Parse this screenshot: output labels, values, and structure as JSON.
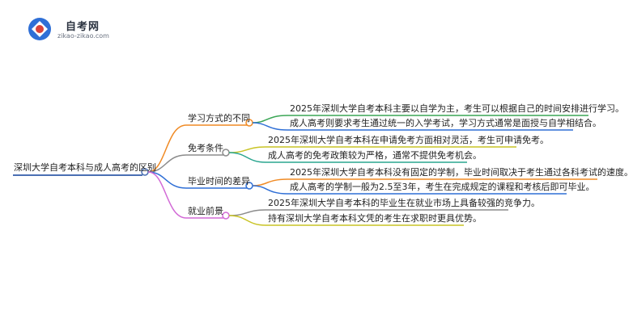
{
  "logo": {
    "title": "自考网",
    "subtitle": "zikao-zikao.com"
  },
  "mindmap": {
    "root": "深圳大学自考本科与成人高考的区别",
    "branches": [
      {
        "label": "学习方式的不同",
        "color": "#f08a24",
        "children": [
          {
            "text": "2025年深圳大学自考本科主要以自学为主，考生可以根据自己的时间安排进行学习。",
            "color": "#3aa655"
          },
          {
            "text": "成人高考则要求考生通过统一的入学考试，学习方式通常是面授与自学相结合。",
            "color": "#2f6fd6"
          }
        ]
      },
      {
        "label": "免考条件",
        "color": "#8b8b8b",
        "children": [
          {
            "text": "2025年深圳大学自考本科在申请免考方面相对灵活，考生可申请免考。",
            "color": "#c9c425"
          },
          {
            "text": "成人高考的免考政策较为严格，通常不提供免考机会。",
            "color": "#2aa58f"
          }
        ]
      },
      {
        "label": "毕业时间的差异",
        "color": "#2f6fd6",
        "children": [
          {
            "text": "2025年深圳大学自考本科没有固定的学制，毕业时间取决于考生通过各科考试的速度。",
            "color": "#f08a24"
          },
          {
            "text": "成人高考的学制一般为2.5至3年，考生在完成规定的课程和考核后即可毕业。",
            "color": "#2f6fd6"
          }
        ]
      },
      {
        "label": "就业前景",
        "color": "#d26ad6",
        "children": [
          {
            "text": "2025年深圳大学自考本科的毕业生在就业市场上具备较强的竞争力。",
            "color": "#8b8b8b"
          },
          {
            "text": "持有深圳大学自考本科文凭的考生在求职时更具优势。",
            "color": "#c9c425"
          }
        ]
      }
    ]
  },
  "colors": {
    "root_line": "#4a6fb3",
    "logo_blue": "#2f6fd6",
    "logo_red": "#d9433a"
  }
}
